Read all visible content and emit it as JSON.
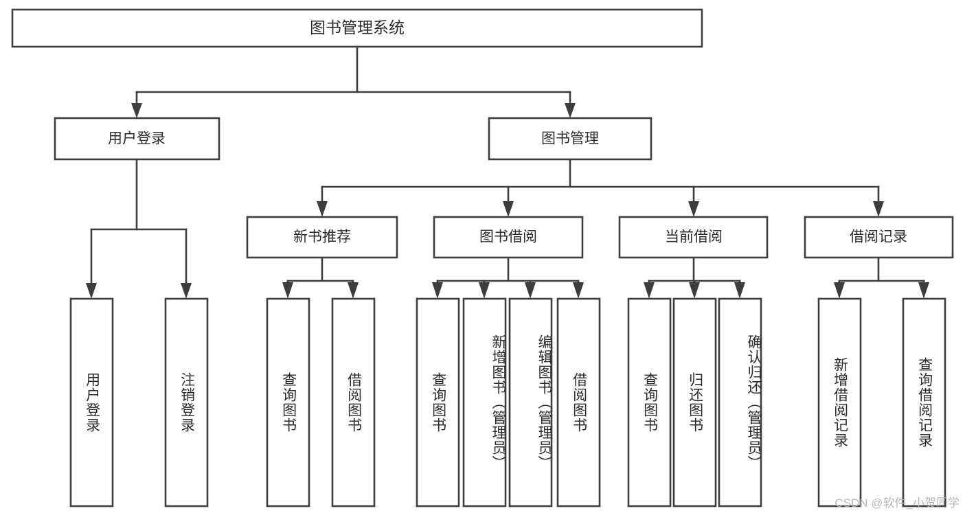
{
  "diagram": {
    "type": "tree",
    "title": "图书管理系统",
    "orientation": "top-down",
    "watermark": "CSDN @软件_小贺同学",
    "colors": {
      "stroke": "#3d3d3d",
      "box_fill": "#ffffff",
      "text": "#2b2b2b",
      "background": "#ffffff",
      "watermark": "#b4b4b4"
    },
    "root": {
      "label": "图书管理系统"
    },
    "level1": [
      {
        "label": "用户登录"
      },
      {
        "label": "图书管理"
      }
    ],
    "level2": [
      {
        "label": "新书推荐",
        "parent": "图书管理"
      },
      {
        "label": "图书借阅",
        "parent": "图书管理"
      },
      {
        "label": "当前借阅",
        "parent": "图书管理"
      },
      {
        "label": "借阅记录",
        "parent": "图书管理"
      }
    ],
    "leaves": {
      "用户登录": [
        {
          "label": "用户登录"
        },
        {
          "label": "注销登录"
        }
      ],
      "新书推荐": [
        {
          "label": "查询图书"
        },
        {
          "label": "借阅图书"
        }
      ],
      "图书借阅": [
        {
          "label": "查询图书"
        },
        {
          "label": "新增图书（管理员）"
        },
        {
          "label": "编辑图书（管理员）"
        },
        {
          "label": "借阅图书"
        }
      ],
      "当前借阅": [
        {
          "label": "查询图书"
        },
        {
          "label": "归还图书"
        },
        {
          "label": "确认归还（管理员）"
        }
      ],
      "借阅记录": [
        {
          "label": "新增借阅记录"
        },
        {
          "label": "查询借阅记录"
        }
      ]
    }
  }
}
